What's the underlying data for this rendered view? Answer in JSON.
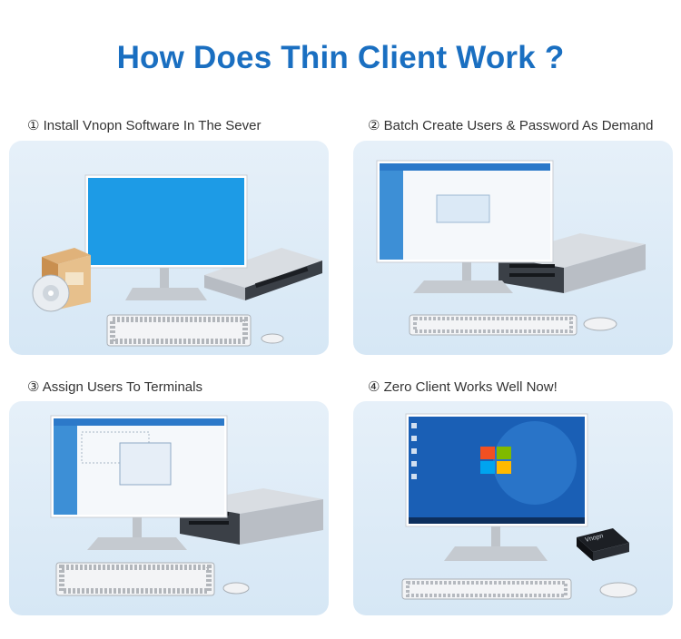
{
  "title": "How Does Thin Client Work ?",
  "steps": [
    {
      "label": "① Install Vnopn Software In The Sever"
    },
    {
      "label": "② Batch Create Users & Password As Demand"
    },
    {
      "label": "③ Assign Users To Terminals"
    },
    {
      "label": "④ Zero Client Works Well Now!"
    }
  ],
  "device_brand": "Vnopn",
  "colors": {
    "title": "#1a6fc1",
    "panel_bg": "#dceaf6",
    "monitor_blue": "#1d9be6",
    "windows_bg": "#1a5fb5"
  }
}
